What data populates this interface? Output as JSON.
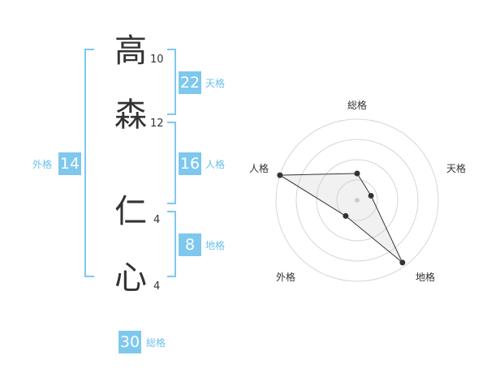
{
  "name": {
    "chars": [
      {
        "char": "高",
        "strokes": "10"
      },
      {
        "char": "森",
        "strokes": "12"
      },
      {
        "char": "仁",
        "strokes": "4"
      },
      {
        "char": "心",
        "strokes": "4"
      }
    ]
  },
  "kakusu": {
    "gaikaku": {
      "value": "14",
      "label": "外格"
    },
    "tenkaku": {
      "value": "22",
      "label": "天格"
    },
    "jinkaku": {
      "value": "16",
      "label": "人格"
    },
    "chikaku": {
      "value": "8",
      "label": "地格"
    },
    "soukaku": {
      "value": "30",
      "label": "総格"
    }
  },
  "colors": {
    "accent": "#7ec8ee",
    "text": "#333333"
  },
  "radar": {
    "axes": [
      "総格",
      "天格",
      "地格",
      "外格",
      "人格"
    ],
    "levels": 4,
    "values": [
      0.33,
      0.18,
      0.95,
      0.24,
      1.0
    ]
  }
}
